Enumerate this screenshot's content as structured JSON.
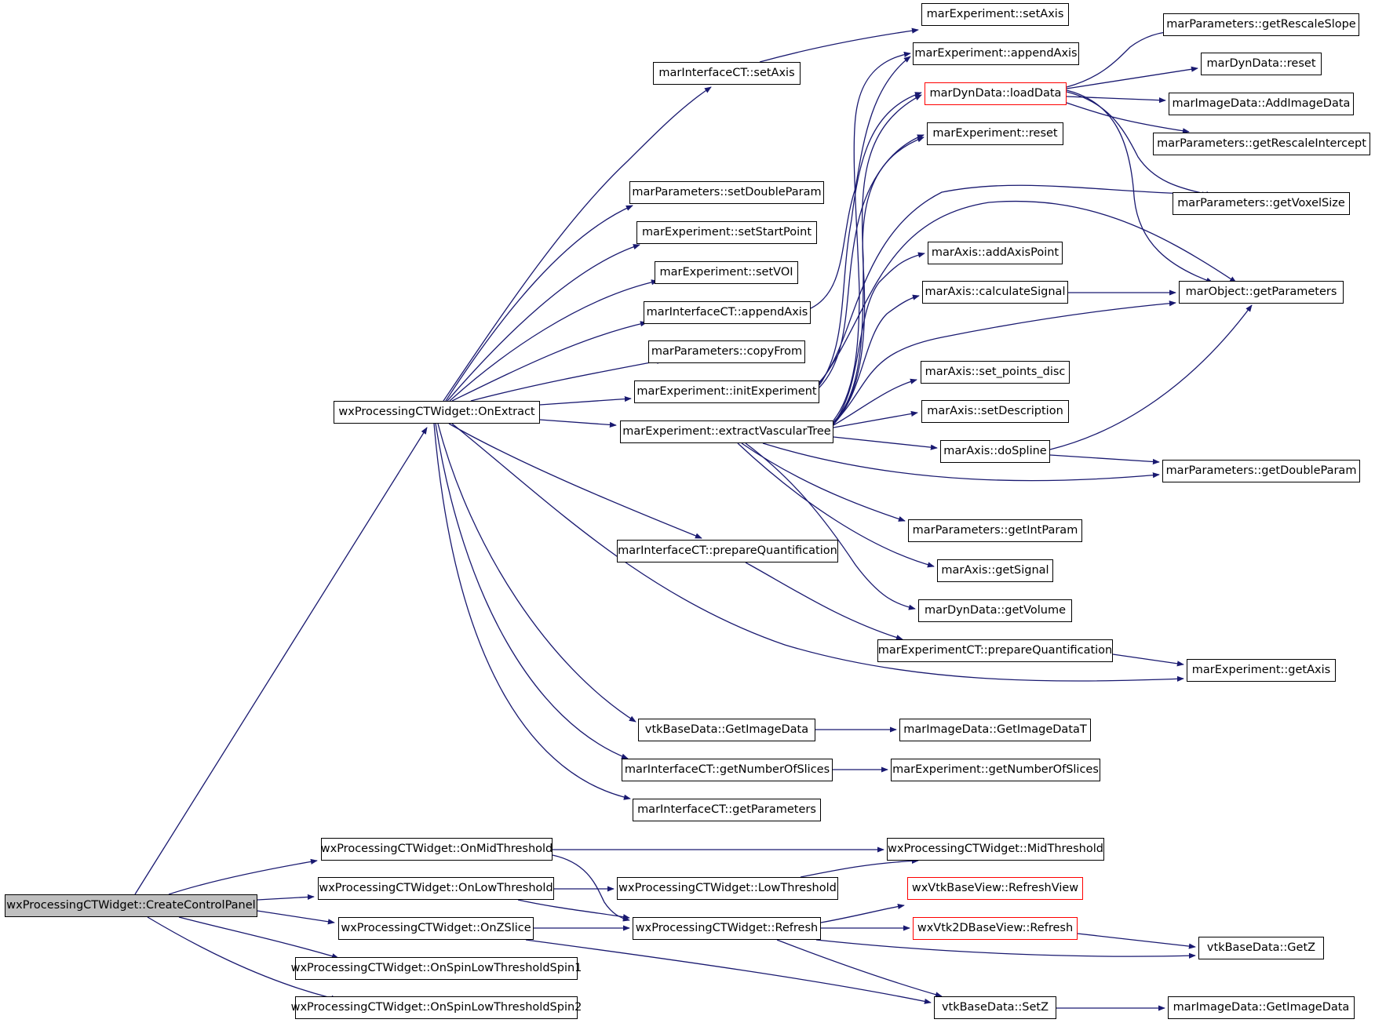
{
  "colors": {
    "edge": "#191970",
    "node_border": "#000000",
    "node_truncated_border": "#ff0000",
    "root_fill": "#bfbfbf"
  },
  "nodes": {
    "root": "wxProcessingCTWidget::CreateControlPanel",
    "onExtract": "wxProcessingCTWidget::OnExtract",
    "onMidThreshold": "wxProcessingCTWidget::OnMidThreshold",
    "onLowThreshold": "wxProcessingCTWidget::OnLowThreshold",
    "onZSlice": "wxProcessingCTWidget::OnZSlice",
    "onSpin1": "wxProcessingCTWidget::OnSpinLowThresholdSpin1",
    "onSpin2": "wxProcessingCTWidget::OnSpinLowThresholdSpin2",
    "icSetAxis": "marInterfaceCT::setAxis",
    "mpSetDoubleParam": "marParameters::setDoubleParam",
    "meSetStartPoint": "marExperiment::setStartPoint",
    "meSetVOI": "marExperiment::setVOI",
    "icAppendAxis": "marInterfaceCT::appendAxis",
    "mpCopyFrom": "marParameters::copyFrom",
    "meInitExperiment": "marExperiment::initExperiment",
    "meExtractVascularTree": "marExperiment::extractVascularTree",
    "icPrepareQuant": "marInterfaceCT::prepareQuantification",
    "vbdGetImageData": "vtkBaseData::GetImageData",
    "icGetNumberOfSlices": "marInterfaceCT::getNumberOfSlices",
    "icGetParameters": "marInterfaceCT::getParameters",
    "meSetAxis": "marExperiment::setAxis",
    "meAppendAxis": "marExperiment::appendAxis",
    "mddLoadData": "marDynData::loadData",
    "meReset": "marExperiment::reset",
    "maAddAxisPoint": "marAxis::addAxisPoint",
    "maCalculateSignal": "marAxis::calculateSignal",
    "maSetPointsDisc": "marAxis::set_points_disc",
    "maSetDescription": "marAxis::setDescription",
    "maDoSpline": "marAxis::doSpline",
    "mpGetIntParam": "marParameters::getIntParam",
    "maGetSignal": "marAxis::getSignal",
    "mddGetVolume": "marDynData::getVolume",
    "mectPrepareQuant": "marExperimentCT::prepareQuantification",
    "midGetImageDataT": "marImageData::GetImageDataT",
    "meGetNumberOfSlices": "marExperiment::getNumberOfSlices",
    "mpGetRescaleSlope": "marParameters::getRescaleSlope",
    "mddReset": "marDynData::reset",
    "midAddImageData": "marImageData::AddImageData",
    "mpGetRescaleIntercept": "marParameters::getRescaleIntercept",
    "mpGetVoxelSize": "marParameters::getVoxelSize",
    "moGetParameters": "marObject::getParameters",
    "mpGetDoubleParam": "marParameters::getDoubleParam",
    "meGetAxis": "marExperiment::getAxis",
    "midThreshold": "wxProcessingCTWidget::MidThreshold",
    "lowThreshold": "wxProcessingCTWidget::LowThreshold",
    "refresh": "wxProcessingCTWidget::Refresh",
    "vbvRefreshView": "wxVtkBaseView::RefreshView",
    "v2dRefresh": "wxVtk2DBaseView::Refresh",
    "vbdGetZ": "vtkBaseData::GetZ",
    "vbdSetZ": "vtkBaseData::SetZ",
    "midGetImageData": "marImageData::GetImageData"
  }
}
